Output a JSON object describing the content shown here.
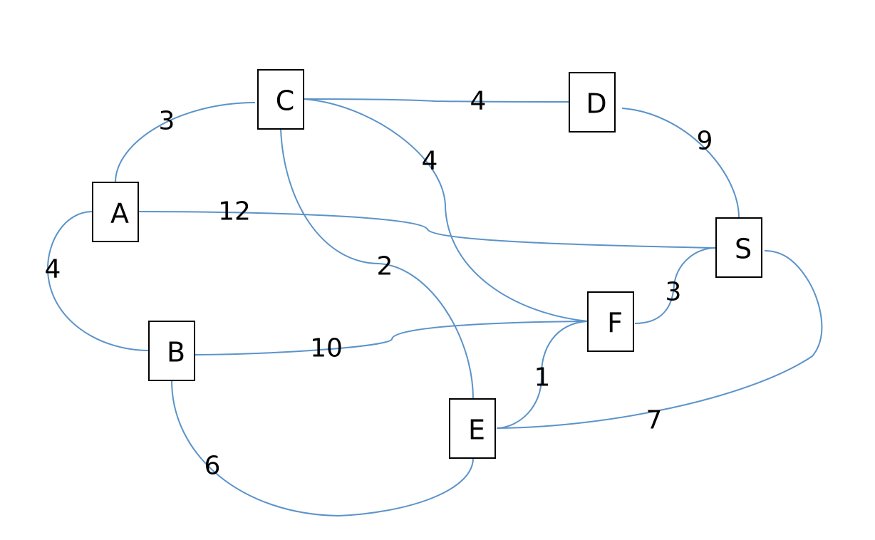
{
  "diagram": {
    "type": "weighted-undirected-graph",
    "edge_color": "#5b93c9",
    "nodes": [
      {
        "id": "A",
        "label": "A"
      },
      {
        "id": "B",
        "label": "B"
      },
      {
        "id": "C",
        "label": "C"
      },
      {
        "id": "D",
        "label": "D"
      },
      {
        "id": "E",
        "label": "E"
      },
      {
        "id": "F",
        "label": "F"
      },
      {
        "id": "S",
        "label": "S"
      }
    ],
    "edges": [
      {
        "from": "A",
        "to": "C",
        "weight": "3"
      },
      {
        "from": "C",
        "to": "D",
        "weight": "4"
      },
      {
        "from": "D",
        "to": "S",
        "weight": "9"
      },
      {
        "from": "C",
        "to": "F",
        "weight": "4"
      },
      {
        "from": "A",
        "to": "S",
        "weight": "12"
      },
      {
        "from": "C",
        "to": "E",
        "weight": "2"
      },
      {
        "from": "A",
        "to": "B",
        "weight": "4"
      },
      {
        "from": "B",
        "to": "F",
        "weight": "10"
      },
      {
        "from": "F",
        "to": "S",
        "weight": "3"
      },
      {
        "from": "F",
        "to": "E",
        "weight": "1"
      },
      {
        "from": "E",
        "to": "S",
        "weight": "7"
      },
      {
        "from": "B",
        "to": "E",
        "weight": "6"
      }
    ]
  }
}
